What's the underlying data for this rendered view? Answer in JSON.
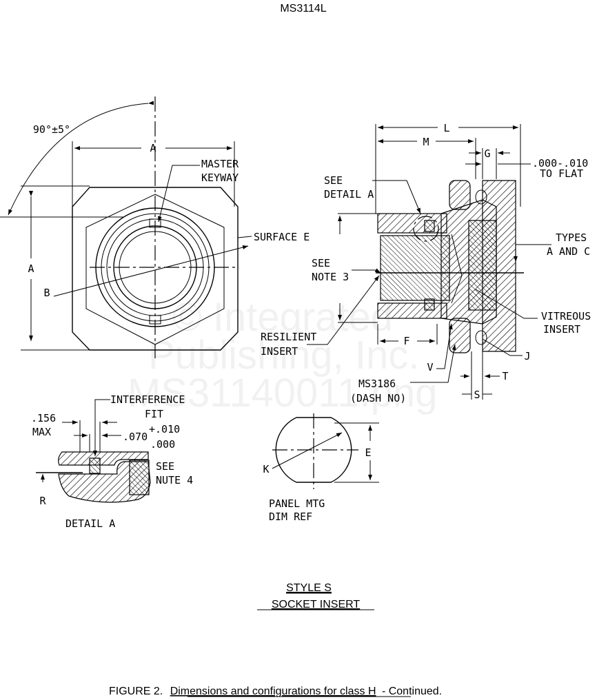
{
  "header": {
    "title": "MS3114L"
  },
  "front_view": {
    "angle_label": "90°±5°",
    "dim_a_horizontal": "A",
    "dim_a_vertical": "A",
    "dim_b": "B",
    "master_keyway": [
      "MASTER",
      "KEYWAY"
    ],
    "surface_e": "SURFACE E"
  },
  "side_view": {
    "dim_l": "L",
    "dim_m": "M",
    "dim_g": "G",
    "to_flat": [
      ".000-.010",
      "TO FLAT"
    ],
    "see_detail_a": [
      "SEE",
      "DETAIL A"
    ],
    "types": [
      "TYPES",
      "A AND C"
    ],
    "see_note_3": [
      "SEE",
      "NOTE 3"
    ],
    "vitreous_insert": [
      "VITREOUS",
      "INSERT"
    ],
    "resilient_insert": [
      "RESILIENT",
      "INSERT"
    ],
    "dim_f": "F",
    "dim_j": "J",
    "dim_v": "V",
    "ms3186": [
      "MS3186",
      "(DASH NO)"
    ],
    "dim_t": "T",
    "dim_s": "S"
  },
  "detail_a": {
    "max": [
      ".156",
      "MAX"
    ],
    "interference_fit": [
      "INTERFERENCE",
      "FIT"
    ],
    "dim_070": ".070",
    "tolerance": [
      "+.010",
      ".000"
    ],
    "see_note_4": [
      "SEE",
      "NUTE 4"
    ],
    "dim_r": "R",
    "title": "DETAIL A"
  },
  "panel": {
    "dim_e": "E",
    "dim_k": "K",
    "title": [
      "PANEL MTG",
      "DIM REF"
    ]
  },
  "style": {
    "line1": "STYLE S",
    "line2": "SOCKET INSERT"
  },
  "caption": {
    "prefix": "FIGURE 2.",
    "underlined": "Dimensions and configurations for class H",
    "suffix": "- Continued."
  },
  "watermark": [
    "© Integrated",
    "Publishing, Inc.",
    "MS31140011.png"
  ]
}
